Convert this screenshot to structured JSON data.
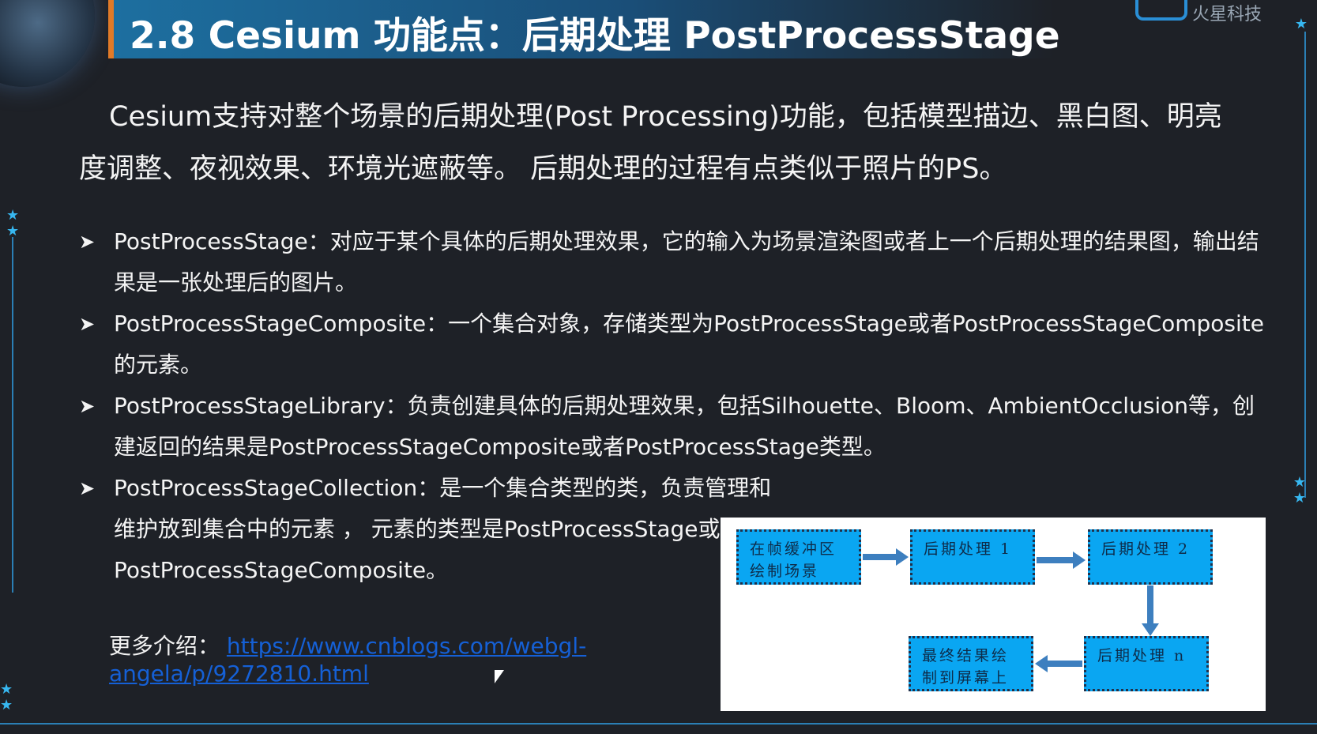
{
  "header": {
    "title": "2.8 Cesium 功能点：后期处理 PostProcessStage",
    "brand": "火星科技"
  },
  "intro": {
    "text": "Cesium支持对整个场景的后期处理(Post Processing)功能，包括模型描边、黑白图、明亮度调整、夜视效果、环境光遮蔽等。 后期处理的过程有点类似于照片的PS。"
  },
  "bullets": [
    {
      "text": "PostProcessStage：对应于某个具体的后期处理效果，它的输入为场景渲染图或者上一个后期处理的结果图，输出结果是一张处理后的图片。"
    },
    {
      "text": "PostProcessStageComposite：一个集合对象，存储类型为PostProcessStage或者PostProcessStageComposite的元素。"
    },
    {
      "text": "PostProcessStageLibrary：负责创建具体的后期处理效果，包括Silhouette、Bloom、AmbientOcclusion等，创建返回的结果是PostProcessStageComposite或者PostProcessStage类型。"
    },
    {
      "text": "PostProcessStageCollection：是一个集合类型的类，负责管理和维护放到集合中的元素 ， 元素的类型是PostProcessStage或者PostProcessStageComposite。"
    }
  ],
  "more": {
    "label": "更多介绍：",
    "link": "https://www.cnblogs.com/webgl-angela/p/9272810.html"
  },
  "flow": {
    "box1": "在帧缓冲区绘制场景",
    "box2": "后期处理 1",
    "box3": "后期处理 2",
    "box4": "后期处理 n",
    "box5": "最终结果绘制到屏幕上"
  },
  "colors": {
    "accent": "#1d6fa0",
    "title_border": "#e07a28",
    "flow_box": "#0aa6f2",
    "link": "#1560d6"
  }
}
